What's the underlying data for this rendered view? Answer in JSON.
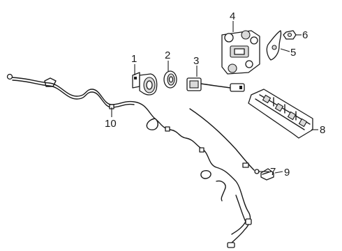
{
  "callouts": {
    "p1": "1",
    "p2": "2",
    "p3": "3",
    "p4": "4",
    "p5": "5",
    "p6": "6",
    "p7": "7",
    "p8": "8",
    "p9": "9",
    "p10": "10"
  },
  "colors": {
    "line": "#1a1a1a",
    "background": "#ffffff",
    "shade": "#d9d9d9"
  }
}
